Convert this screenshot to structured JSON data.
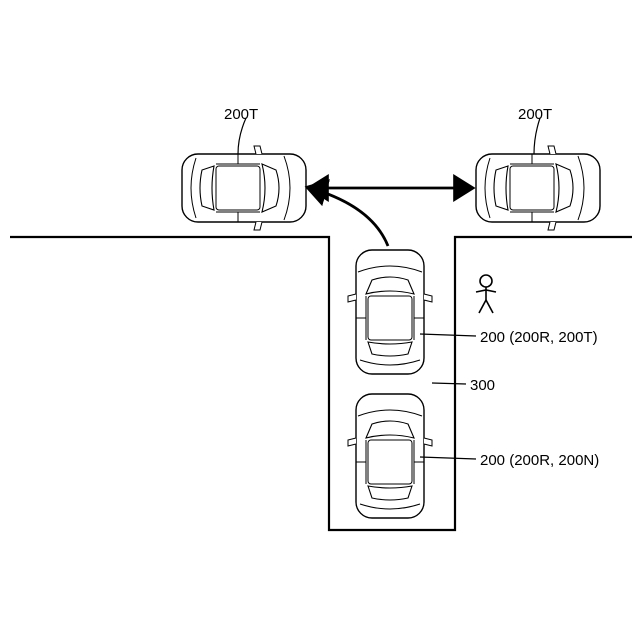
{
  "labels": {
    "top_left_vehicle": "200T",
    "top_right_vehicle": "200T",
    "front_vehicle": "200 (200R, 200T)",
    "rear_vehicle": "200 (200R, 200N)",
    "lane": "300"
  },
  "icons": {
    "pedestrian": "pedestrian-icon",
    "car": "car-topview-icon"
  },
  "colors": {
    "line": "#000000",
    "background": "#ffffff"
  }
}
